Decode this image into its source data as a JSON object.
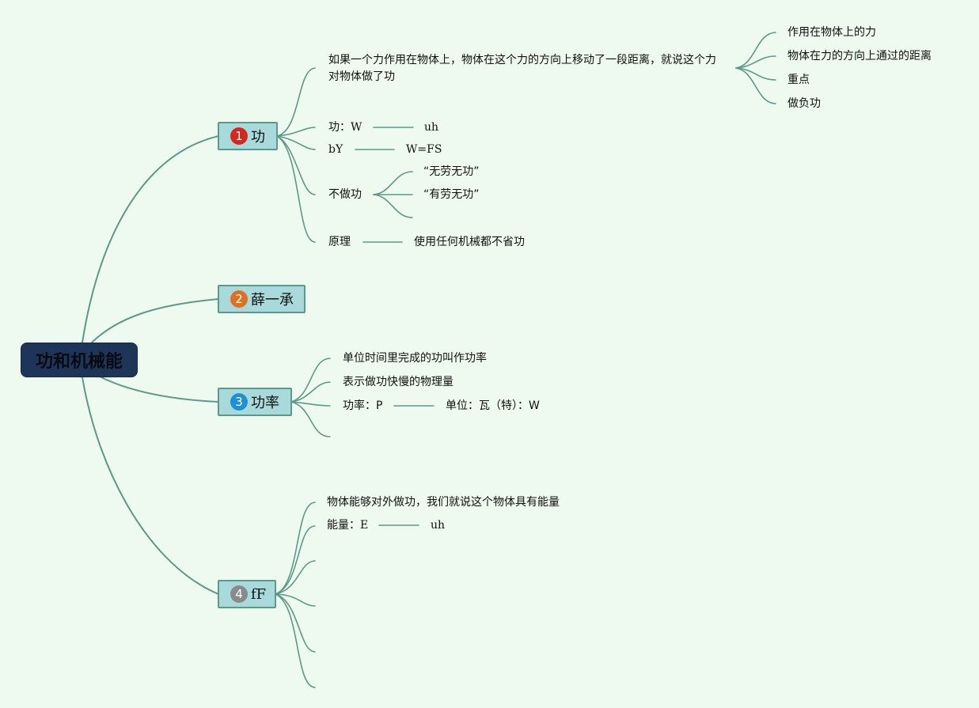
{
  "root": {
    "title": "功和机械能"
  },
  "branch1": {
    "badge": "1",
    "label": "功",
    "badge_color": "#d7261e",
    "definition": "如果一个力作用在物体上，物体在这个力的方向上移动了一段距离，就说这个力对物体做了功",
    "definition_children": [
      "作用在物体上的力",
      "物体在力的方向上通过的距离",
      "重点",
      "做负功"
    ],
    "symbol": "功：W",
    "symbol_unit": "uh",
    "formula_label": "bY",
    "formula": "W=FS",
    "no_work": "不做功",
    "no_work_children": [
      "“无劳无功”",
      "“有劳无功”"
    ],
    "principle": "原理",
    "principle_value": "使用任何机械都不省功"
  },
  "branch2": {
    "badge": "2",
    "label": "薛一承",
    "badge_color": "#e07020"
  },
  "branch3": {
    "badge": "3",
    "label": "功率",
    "badge_color": "#1e90d8",
    "items": [
      "单位时间里完成的功叫作功率",
      "表示做功快慢的物理量"
    ],
    "symbol": "功率：P",
    "unit": "单位：瓦（特）：W"
  },
  "branch4": {
    "badge": "4",
    "label": "fF",
    "badge_color": "#8a8a8a",
    "items": [
      "物体能够对外做功，我们就说这个物体具有能量"
    ],
    "symbol": "能量：E",
    "symbol_unit": "uh"
  },
  "colors": {
    "background": "#eef9ef",
    "line": "#5b9a8a",
    "branch_fill": "#a8dadc",
    "root_fill": "#1d3557"
  }
}
